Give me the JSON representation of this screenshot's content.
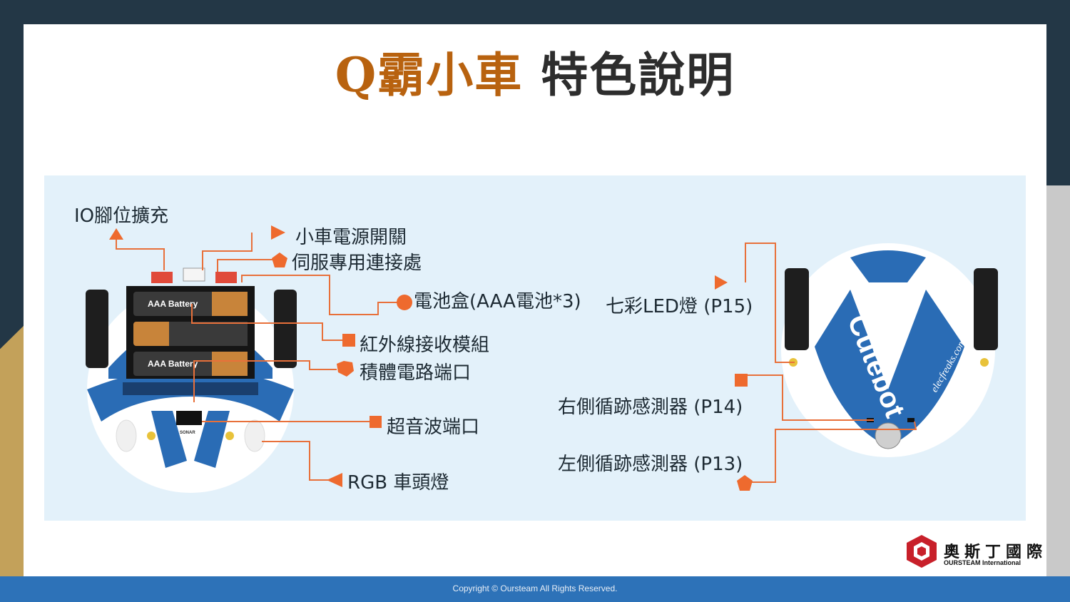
{
  "title": {
    "part1": "Q霸小車",
    "part2": "特色說明"
  },
  "labels": {
    "io_expand": "IO腳位擴充",
    "power_switch": "小車電源開關",
    "servo_connector": "伺服專用連接處",
    "battery_box": "電池盒(AAA電池*3)",
    "ir_receiver": "紅外線接收模組",
    "ic_port": "積體電路端口",
    "sonar_port": "超音波端口",
    "rgb_headlight": "RGB 車頭燈",
    "color_led": "七彩LED燈 (P15)",
    "right_tracker": "右側循跡感測器 (P14)",
    "left_tracker": "左側循跡感測器 (P13)"
  },
  "board": {
    "battery_label": "AAA Battery",
    "sonar_text": "SONAR",
    "brand_text": "Cutebot",
    "site_text": "elecfreaks.com"
  },
  "colors": {
    "accent": "#b8620f",
    "arrow": "#ee6a2e",
    "board_blue": "#2a6cb5",
    "panel": "#e3f1fa",
    "footer": "#2d72b8"
  },
  "logo": {
    "name": "奧斯丁國際",
    "sub": "OURSTEAM International",
    "icon": "cube-logo-icon"
  },
  "footer": {
    "copyright": "Copyright © Oursteam All Rights Reserved."
  }
}
